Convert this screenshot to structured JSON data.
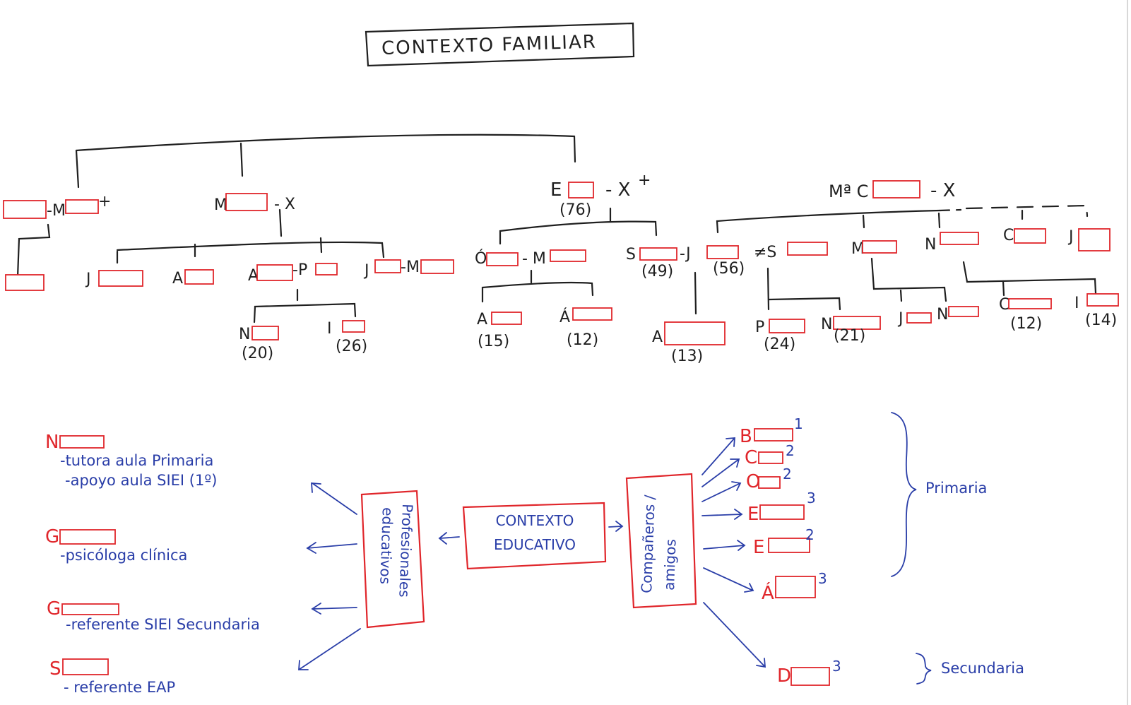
{
  "title": "CONTEXTO FAMILIAR",
  "family": {
    "gen1": {
      "g1_partner": "-M",
      "g1_dagger": "+",
      "g2_name": "M",
      "g2_partner": "- X",
      "g3_name": "E",
      "g3_partner": "- X",
      "g3_dagger": "+",
      "g3_age": "(76)",
      "g4_name": "Mª C",
      "g4_partner": "- X"
    },
    "gen2": {
      "j1": "J",
      "a1": "A",
      "a2": "A",
      "a2_partner": "-P",
      "j2": "J",
      "j2_partner": "-M",
      "o1": "Ó",
      "o1_partner": "- M",
      "s1": "S",
      "s1_age": "(49)",
      "s1_partner": "-J",
      "s1_partner_age": "(56)",
      "neq": "≠S",
      "m1": "M",
      "n1": "N",
      "c1": "C",
      "j3": "J"
    },
    "gen3": {
      "n2": "N",
      "n2_age": "(20)",
      "i1": "I",
      "i1_age": "(26)",
      "a3": "A",
      "a3_age": "(15)",
      "a4": "Á",
      "a4_age": "(12)",
      "a5": "A",
      "a5_age": "(13)",
      "p1": "P",
      "p1_age": "(24)",
      "n3": "N",
      "n3_age": "(21)",
      "j4": "J",
      "n4": "N",
      "c2": "C",
      "c2_age": "(12)",
      "i2": "I",
      "i2_age": "(14)"
    }
  },
  "educational": {
    "center": "CONTEXTO EDUCATIVO",
    "left_box": "Profesionales educativos",
    "right_box": "Compañeros / amigos",
    "professionals": [
      {
        "initial": "N",
        "roles": [
          "-tutora aula Primaria",
          "-apoyo aula SIEI (1º)"
        ]
      },
      {
        "initial": "G",
        "roles": [
          "-psicóloga clínica"
        ]
      },
      {
        "initial": "G",
        "roles": [
          "-referente SIEI Secundaria"
        ]
      },
      {
        "initial": "S",
        "roles": [
          "- referente EAP"
        ]
      }
    ],
    "friends": [
      {
        "initial": "B",
        "sup": "1"
      },
      {
        "initial": "C",
        "sup": "2"
      },
      {
        "initial": "O",
        "sup": "2"
      },
      {
        "initial": "E",
        "sup": "3"
      },
      {
        "initial": "E",
        "sup": "2"
      },
      {
        "initial": "Á",
        "sup": "3"
      },
      {
        "initial": "D",
        "sup": "3"
      }
    ],
    "group_primaria": "Primaria",
    "group_secundaria": "Secundaria"
  }
}
